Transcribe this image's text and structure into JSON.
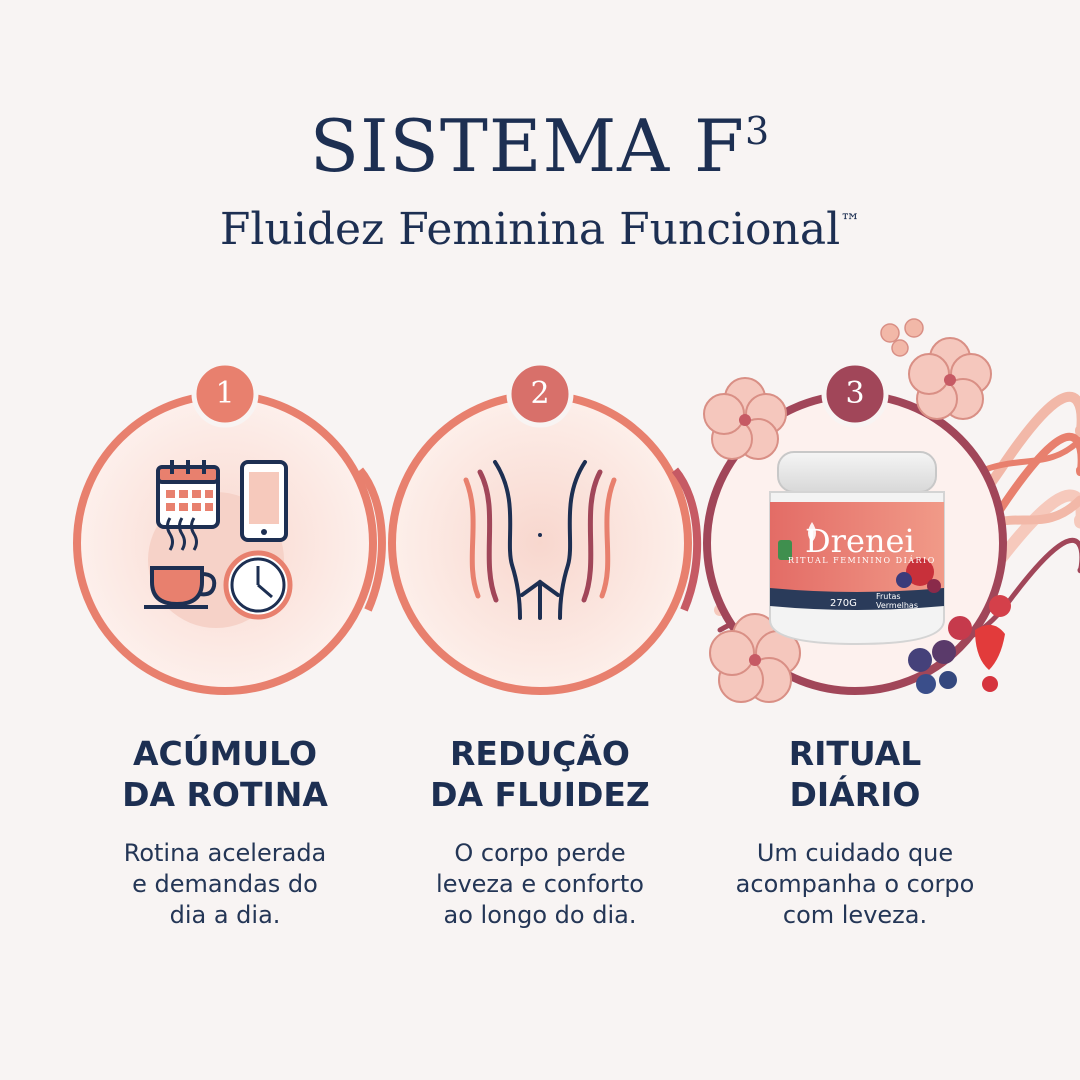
{
  "header": {
    "title": "SISTEMA F",
    "title_sup": "3",
    "subtitle": "Fluidez Feminina Funcional",
    "subtitle_mark": "™"
  },
  "colors": {
    "navy": "#1d2f52",
    "coral": "#e8806e",
    "coral_light": "#f6d5cc",
    "rose": "#a14659",
    "pink_bg": "#fbe9e5"
  },
  "steps": [
    {
      "number": "1",
      "heading_line1": "ACÚMULO",
      "heading_line2": "DA ROTINA",
      "desc_line1": "Rotina acelerada",
      "desc_line2": "e demandas do",
      "desc_line3": "dia a dia.",
      "icons": [
        "calendar-icon",
        "smartphone-icon",
        "coffee-cup-icon",
        "clock-icon"
      ]
    },
    {
      "number": "2",
      "heading_line1": "REDUÇÃO",
      "heading_line2": "DA FLUIDEZ",
      "desc_line1": "O corpo perde",
      "desc_line2": "leveza e conforto",
      "desc_line3": "ao longo do dia.",
      "icons": [
        "body-silhouette-icon"
      ]
    },
    {
      "number": "3",
      "heading_line1": "RITUAL",
      "heading_line2": "DIÁRIO",
      "desc_line1": "Um cuidado que",
      "desc_line2": "acompanha o corpo",
      "desc_line3": "com leveza.",
      "icons": [
        "product-jar",
        "hibiscus-flower-icon",
        "berries-icon"
      ]
    }
  ],
  "product": {
    "brand": "Drenei",
    "line": "RITUAL FEMININO DIÁRIO",
    "weight": "270G",
    "flavor_line1": "Frutas",
    "flavor_line2": "Vermelhas"
  }
}
